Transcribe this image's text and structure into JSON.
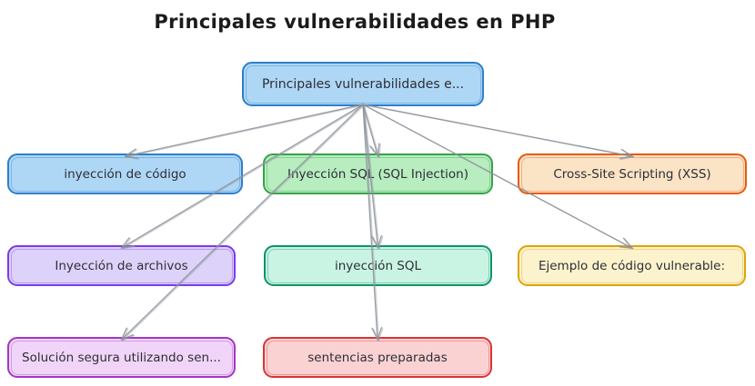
{
  "title": "Principales vulnerabilidades en PHP",
  "arrow_color": "#8d939b",
  "text_color": "#2e2e36",
  "nodes": [
    {
      "id": "root",
      "label": "Principales vulnerabilidades e...",
      "border_color": "#2e7fc9",
      "fill_color": "#aed7f6"
    },
    {
      "id": "inyeccion-de-codigo",
      "label": "inyección de código",
      "border_color": "#2e7fc9",
      "fill_color": "#aed7f6"
    },
    {
      "id": "inyeccion-sql",
      "label": "Inyección SQL (SQL Injection)",
      "border_color": "#36a24b",
      "fill_color": "#b7edbf"
    },
    {
      "id": "cross-site-scripting",
      "label": "Cross-Site Scripting (XSS)",
      "border_color": "#e8590c",
      "fill_color": "#fbe3c6"
    },
    {
      "id": "inyeccion-de-archivos",
      "label": "Inyección de archivos",
      "border_color": "#7c3aed",
      "fill_color": "#ddd2fa"
    },
    {
      "id": "inyeccion-sql-detalle",
      "label": "inyección SQL",
      "border_color": "#0f9268",
      "fill_color": "#c9f4e3"
    },
    {
      "id": "ejemplo-codigo-vulnerable",
      "label": "Ejemplo de código vulnerable:",
      "border_color": "#dca408",
      "fill_color": "#fcf3cd"
    },
    {
      "id": "solucion-segura",
      "label": "Solución segura utilizando sen...",
      "border_color": "#a436c4",
      "fill_color": "#f0d5f8"
    },
    {
      "id": "sentencias-preparadas",
      "label": "sentencias preparadas",
      "border_color": "#da3434",
      "fill_color": "#fad2d2"
    }
  ],
  "edges": [
    {
      "from": "root",
      "to": "inyeccion-de-codigo"
    },
    {
      "from": "root",
      "to": "inyeccion-sql"
    },
    {
      "from": "root",
      "to": "cross-site-scripting"
    },
    {
      "from": "root",
      "to": "inyeccion-de-archivos"
    },
    {
      "from": "root",
      "to": "inyeccion-sql-detalle"
    },
    {
      "from": "root",
      "to": "ejemplo-codigo-vulnerable"
    },
    {
      "from": "root",
      "to": "solucion-segura"
    },
    {
      "from": "root",
      "to": "sentencias-preparadas"
    }
  ]
}
